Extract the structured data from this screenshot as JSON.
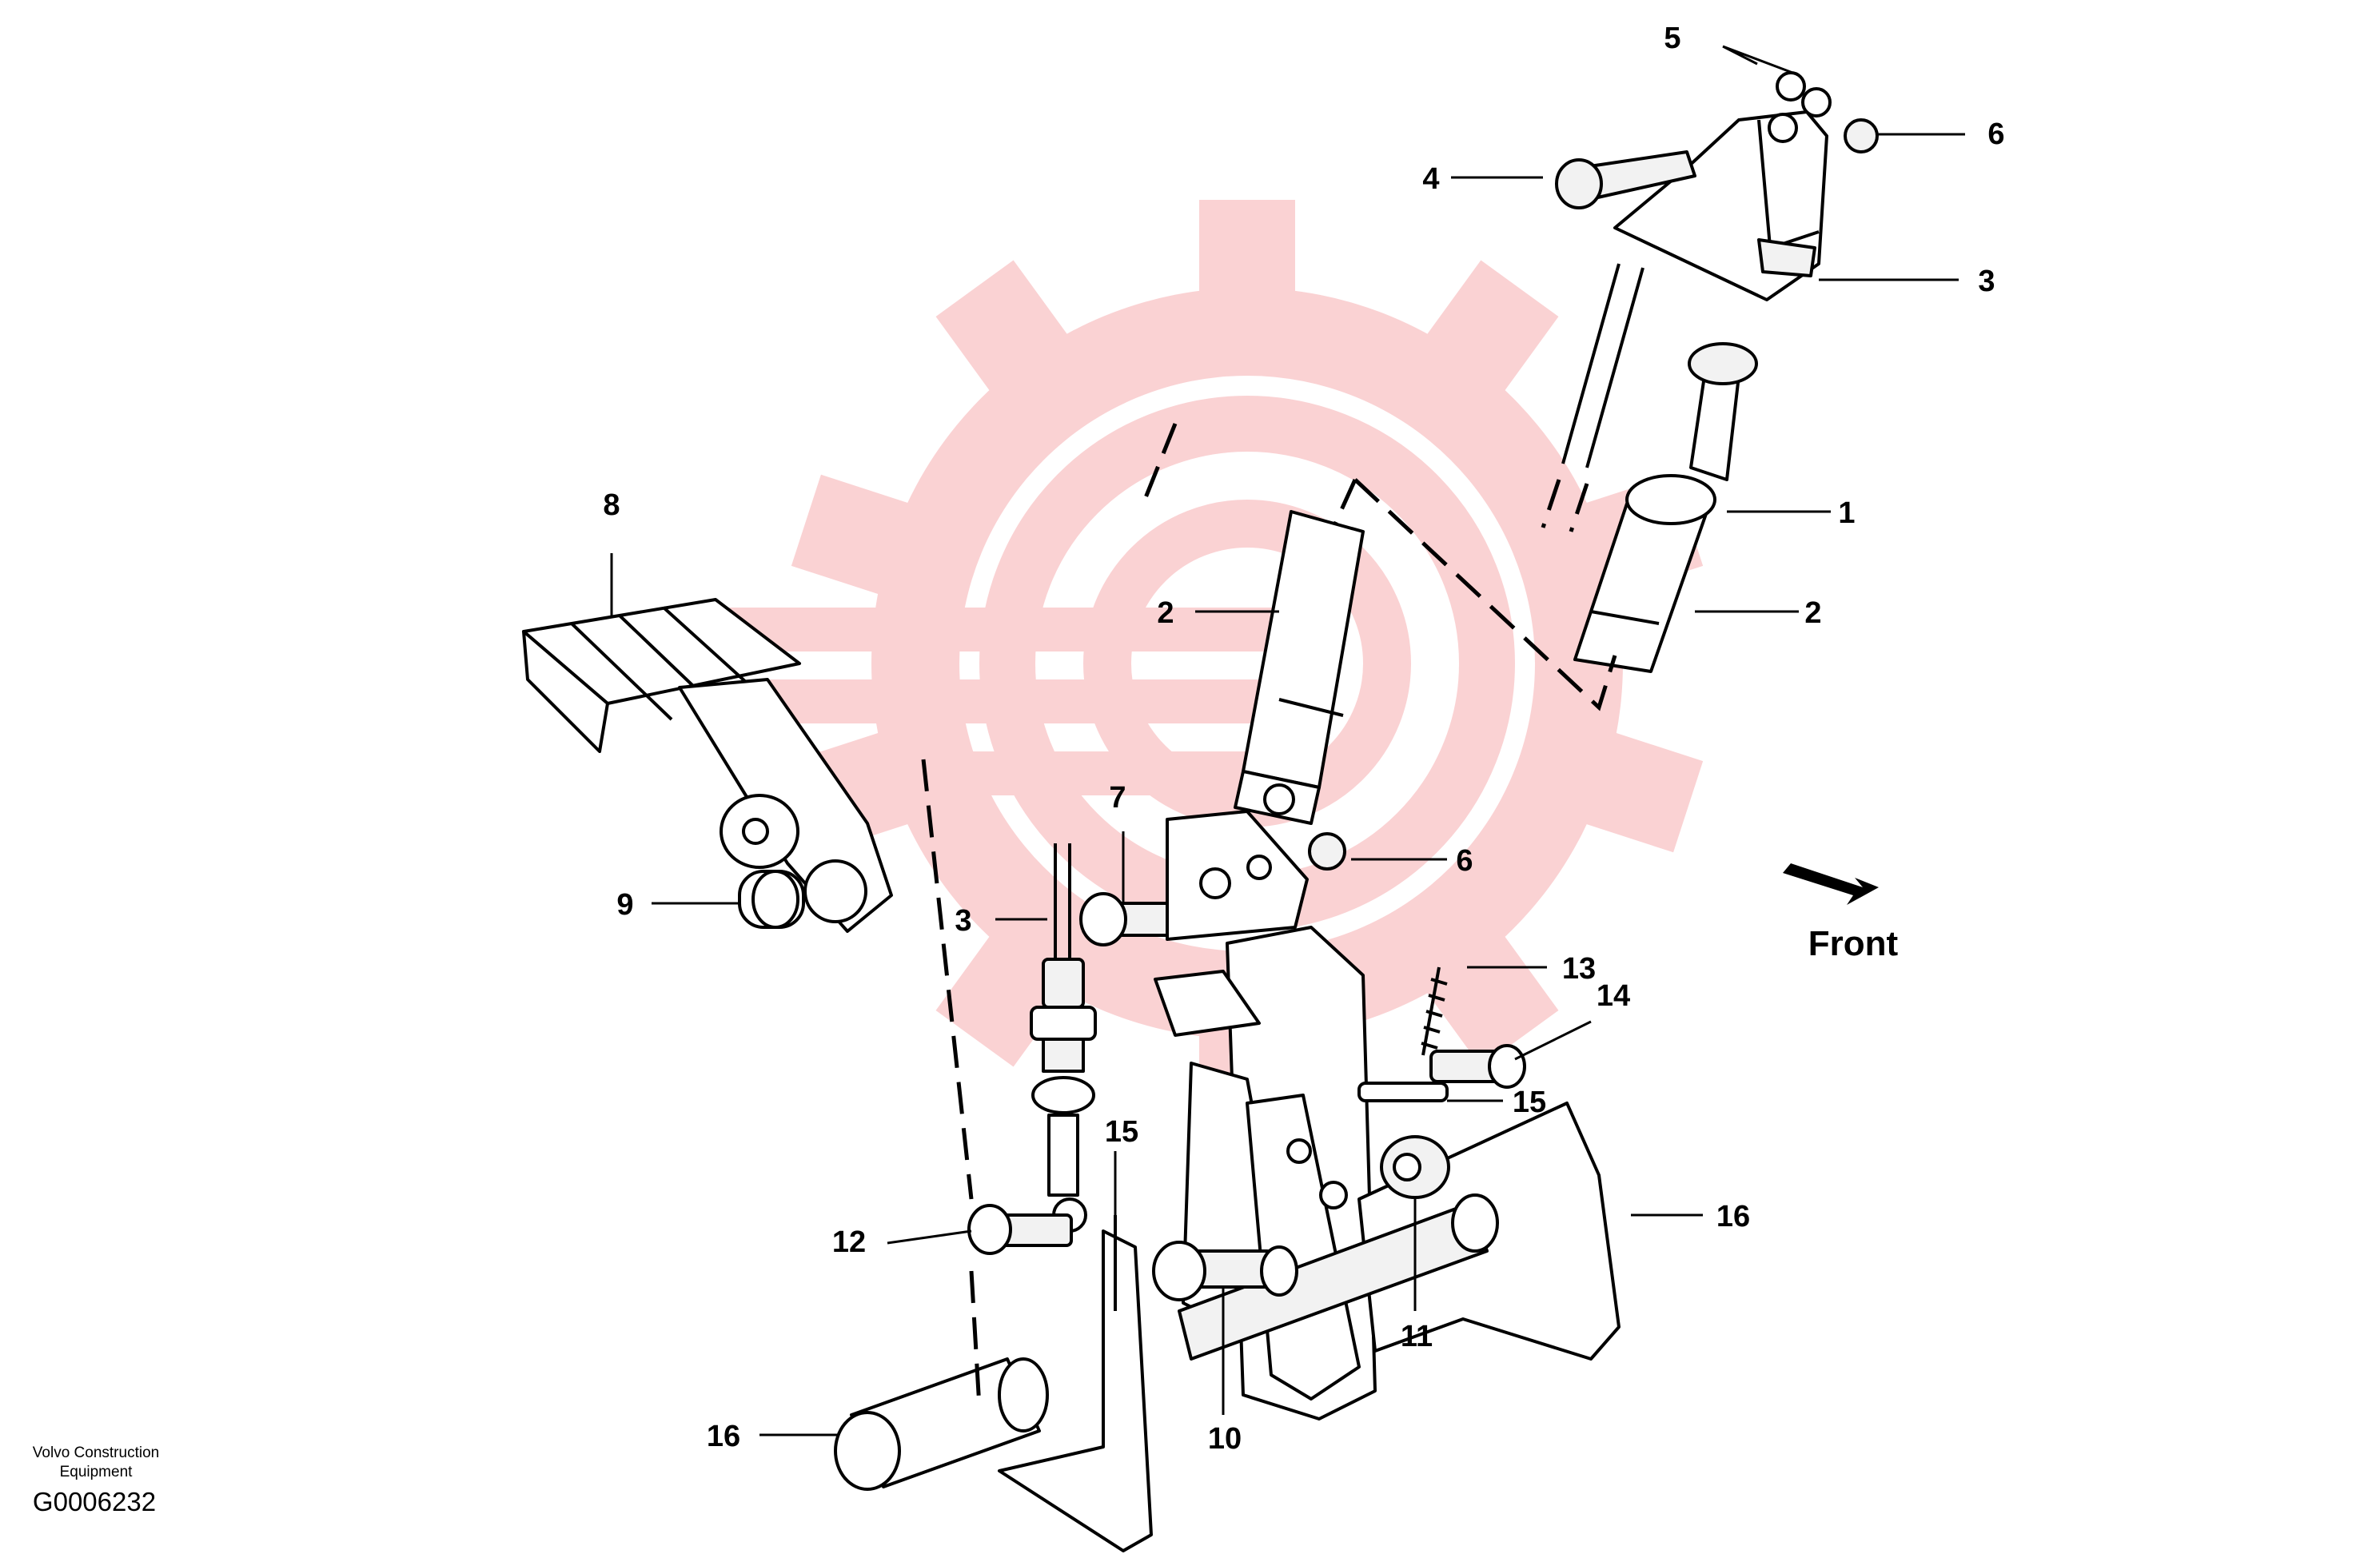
{
  "drawing": {
    "credit_line1": "Volvo Construction",
    "credit_line2": "Equipment",
    "figure_id": "G0006232",
    "direction_label": "Front",
    "watermark_color": "#e8333a",
    "callouts": [
      {
        "id": "c5",
        "label": "5"
      },
      {
        "id": "c6a",
        "label": "6"
      },
      {
        "id": "c4",
        "label": "4"
      },
      {
        "id": "c3a",
        "label": "3"
      },
      {
        "id": "c1",
        "label": "1"
      },
      {
        "id": "c2a",
        "label": "2"
      },
      {
        "id": "c2b",
        "label": "2"
      },
      {
        "id": "c8",
        "label": "8"
      },
      {
        "id": "c7",
        "label": "7"
      },
      {
        "id": "c6b",
        "label": "6"
      },
      {
        "id": "c9",
        "label": "9"
      },
      {
        "id": "c3b",
        "label": "3"
      },
      {
        "id": "c13",
        "label": "13"
      },
      {
        "id": "c14",
        "label": "14"
      },
      {
        "id": "c15a",
        "label": "15"
      },
      {
        "id": "c15b",
        "label": "15"
      },
      {
        "id": "c16a",
        "label": "16"
      },
      {
        "id": "c12",
        "label": "12"
      },
      {
        "id": "c11",
        "label": "11"
      },
      {
        "id": "c10",
        "label": "10"
      },
      {
        "id": "c16b",
        "label": "16"
      }
    ]
  }
}
